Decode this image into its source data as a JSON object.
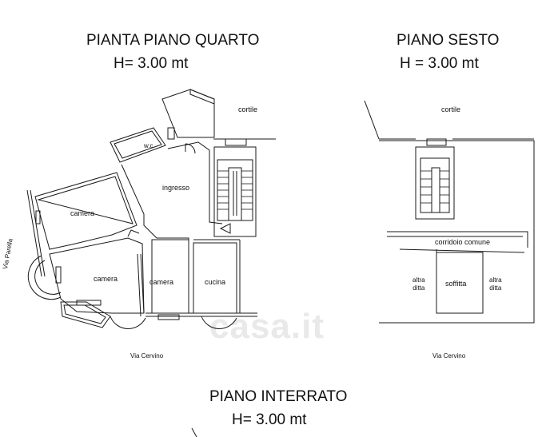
{
  "titles": {
    "quarto_title": "PIANTA PIANO QUARTO",
    "quarto_height": "H= 3.00 mt",
    "sesto_title": "PIANO SESTO",
    "sesto_height": "H = 3.00 mt",
    "interrato_title": "PIANO INTERRATO",
    "interrato_height": "H= 3.00 mt"
  },
  "quarto_labels": {
    "cortile": "cortile",
    "wc": "w.c",
    "ingresso": "ingresso",
    "camera_1": "camera",
    "camera_2": "camera",
    "camera_3": "camera",
    "cucina": "cucina",
    "street_bottom": "Via Cervino",
    "street_side": "Via Parella"
  },
  "sesto_labels": {
    "cortile": "cortile",
    "corridoio": "corridoio comune",
    "altra_ditta_left": "altra\nditta",
    "soffitta": "soffitta",
    "altra_ditta_right": "altra\nditta",
    "street_bottom": "Via Cervino"
  },
  "watermark": "casa.it",
  "colors": {
    "line": "#1a1a1a",
    "watermark": "#e9e9e9"
  }
}
